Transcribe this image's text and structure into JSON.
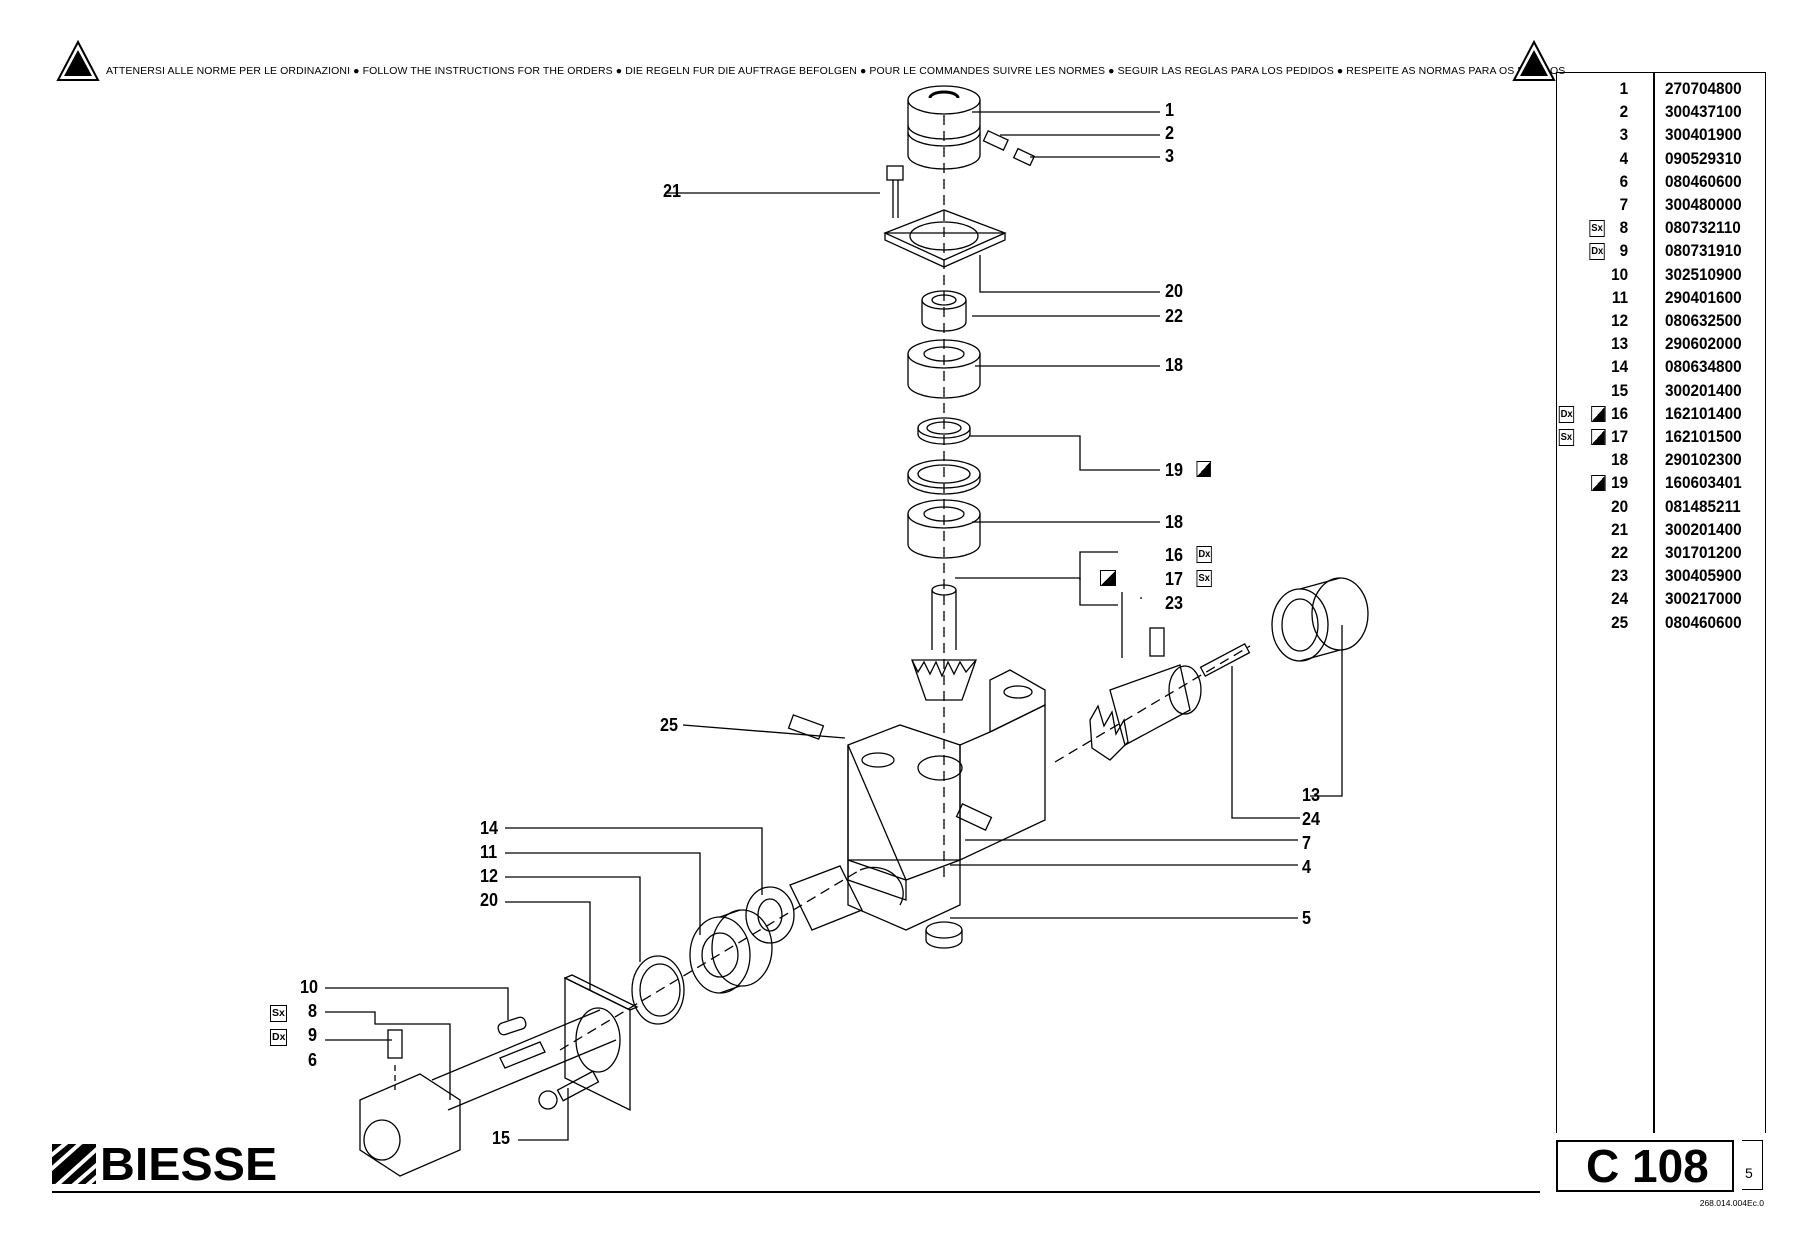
{
  "notice": {
    "text": "ATTENERSI ALLE NORME PER LE ORDINAZIONI  ●  FOLLOW THE INSTRUCTIONS FOR THE ORDERS  ●  DIE REGELN FUR DIE AUFTRAGE BEFOLGEN  ●  POUR LE COMMANDES SUIVRE LES NORMES  ●  SEGUIR LAS REGLAS PARA LOS PEDIDOS  ●  RESPEITE AS NORMAS PARA OS PEDIDOS"
  },
  "brand": {
    "name": "BIESSE"
  },
  "page": {
    "code": "C 108",
    "number": "5",
    "doc_ref": "268.014.004Ec.0"
  },
  "marks": {
    "sx": "Sx",
    "dx": "Dx"
  },
  "parts": [
    {
      "no": "1",
      "code": "270704800",
      "side": ""
    },
    {
      "no": "2",
      "code": "300437100",
      "side": ""
    },
    {
      "no": "3",
      "code": "300401900",
      "side": ""
    },
    {
      "no": "4",
      "code": "090529310",
      "side": ""
    },
    {
      "no": "6",
      "code": "080460600",
      "side": ""
    },
    {
      "no": "7",
      "code": "300480000",
      "side": ""
    },
    {
      "no": "8",
      "code": "080732110",
      "side": "Sx"
    },
    {
      "no": "9",
      "code": "080731910",
      "side": "Dx"
    },
    {
      "no": "10",
      "code": "302510900",
      "side": ""
    },
    {
      "no": "11",
      "code": "290401600",
      "side": ""
    },
    {
      "no": "12",
      "code": "080632500",
      "side": ""
    },
    {
      "no": "13",
      "code": "290602000",
      "side": ""
    },
    {
      "no": "14",
      "code": "080634800",
      "side": ""
    },
    {
      "no": "15",
      "code": "300201400",
      "side": ""
    },
    {
      "no": "16",
      "code": "162101400",
      "side": "Dx",
      "special": true
    },
    {
      "no": "17",
      "code": "162101500",
      "side": "Sx",
      "special": true
    },
    {
      "no": "18",
      "code": "290102300",
      "side": ""
    },
    {
      "no": "19",
      "code": "160603401",
      "side": "",
      "special": true
    },
    {
      "no": "20",
      "code": "081485211",
      "side": ""
    },
    {
      "no": "21",
      "code": "300201400",
      "side": ""
    },
    {
      "no": "22",
      "code": "301701200",
      "side": ""
    },
    {
      "no": "23",
      "code": "300405900",
      "side": ""
    },
    {
      "no": "24",
      "code": "300217000",
      "side": ""
    },
    {
      "no": "25",
      "code": "080460600",
      "side": ""
    }
  ],
  "callouts": {
    "c1": "1",
    "c2": "2",
    "c3": "3",
    "c21": "21",
    "c20a": "20",
    "c22": "22",
    "c18a": "18",
    "c19": "19",
    "c18b": "18",
    "c16": "16",
    "c17": "17",
    "c23": "23",
    "c25": "25",
    "c13": "13",
    "c24": "24",
    "c7": "7",
    "c4": "4",
    "c5": "5",
    "c14": "14",
    "c11": "11",
    "c12": "12",
    "c20b": "20",
    "c10": "10",
    "c8": "8",
    "c9": "9",
    "c6": "6",
    "c15": "15"
  }
}
